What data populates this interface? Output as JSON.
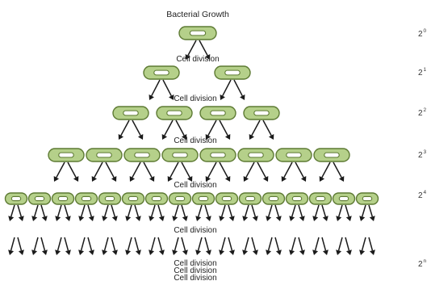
{
  "diagram": {
    "title": "Bacterial Growth",
    "division_label": "Cell division",
    "bottom_labels": [
      "Cell division",
      "Cell division",
      "Cell division"
    ],
    "generations": [
      {
        "base": "2",
        "exponent": "0",
        "cells": 1
      },
      {
        "base": "2",
        "exponent": "1",
        "cells": 2
      },
      {
        "base": "2",
        "exponent": "2",
        "cells": 4
      },
      {
        "base": "2",
        "exponent": "3",
        "cells": 8
      },
      {
        "base": "2",
        "exponent": "4",
        "cells": 16
      },
      {
        "base": "2",
        "exponent": "n",
        "cells": null
      }
    ]
  },
  "colors": {
    "cell_fill": "#b5d08a",
    "cell_outline": "#5d7a33",
    "arrow": "#1a1a1a"
  }
}
